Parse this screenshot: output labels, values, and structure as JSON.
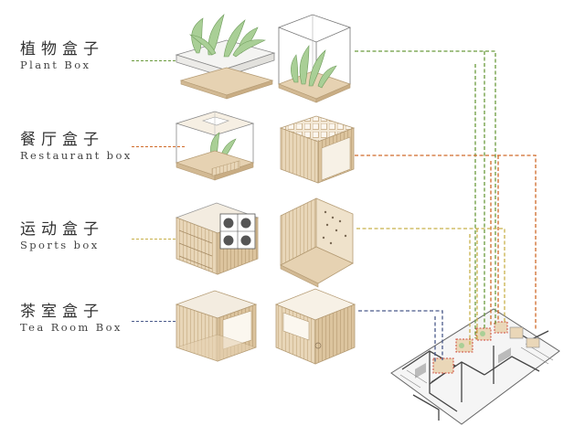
{
  "labels": [
    {
      "cn": "植物盒子",
      "en": "Plant Box",
      "color": "#6a9a3c"
    },
    {
      "cn": "餐厅盒子",
      "en": "Restaurant box",
      "color": "#d06a2a"
    },
    {
      "cn": "运动盒子",
      "en": "Sports box",
      "color": "#c8b04a"
    },
    {
      "cn": "茶室盒子",
      "en": "Tea Room Box",
      "color": "#4a5a8a"
    }
  ],
  "colors": {
    "wood": "#e6d2b2",
    "wood_dark": "#c9ad84",
    "leaf": "#a9cf96",
    "line": "#7a6a55"
  }
}
